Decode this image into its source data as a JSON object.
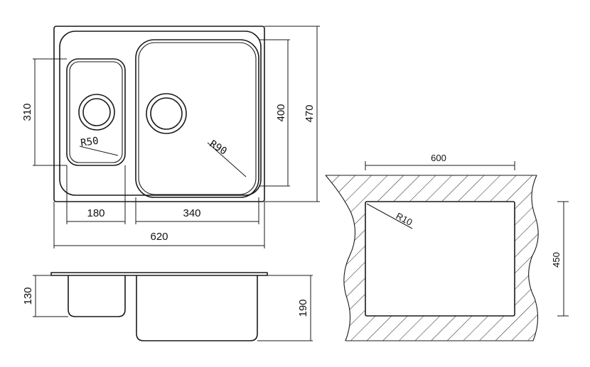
{
  "top_view": {
    "overall_width": "620",
    "overall_height": "470",
    "small_bowl_width": "180",
    "large_bowl_width": "340",
    "small_bowl_height": "310",
    "large_bowl_height": "400",
    "small_bowl_radius": "R50",
    "large_bowl_radius": "R90"
  },
  "side_view": {
    "small_bowl_depth": "130",
    "large_bowl_depth": "190"
  },
  "cutout": {
    "width": "600",
    "height": "450",
    "corner_radius": "R10"
  }
}
